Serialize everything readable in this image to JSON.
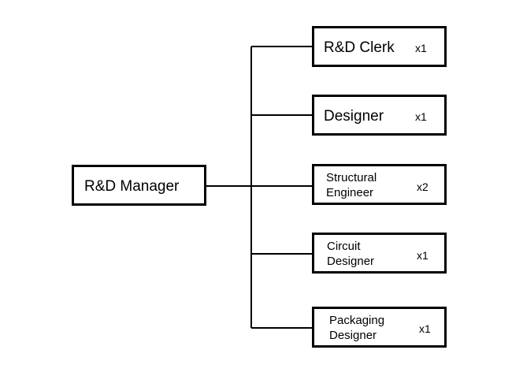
{
  "manager": {
    "label": "R&D Manager"
  },
  "roles": [
    {
      "lines": [
        "R&D Clerk"
      ],
      "count": "x1"
    },
    {
      "lines": [
        "Designer"
      ],
      "count": "x1"
    },
    {
      "lines": [
        "Structural",
        "Engineer"
      ],
      "count": "x2"
    },
    {
      "lines": [
        "Circuit",
        "Designer"
      ],
      "count": "x1"
    },
    {
      "lines": [
        "Packaging",
        "Designer"
      ],
      "count": "x1"
    }
  ]
}
